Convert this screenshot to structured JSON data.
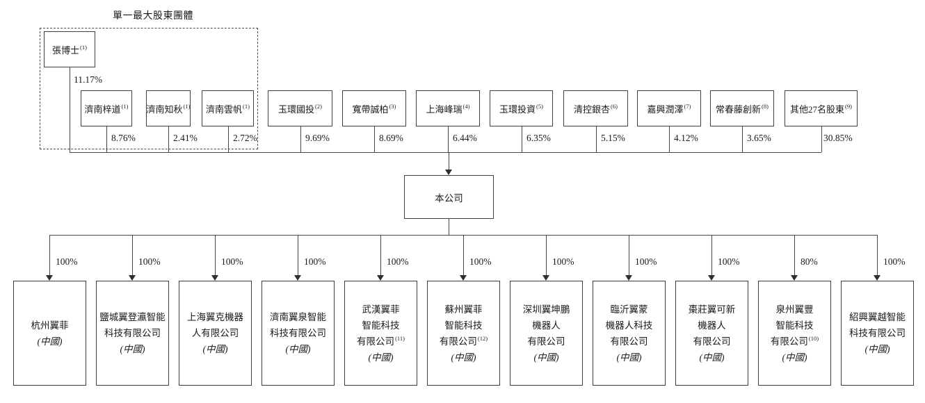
{
  "diagram": {
    "group_label": "單一最大股東團體",
    "founder": {
      "name": "張博士",
      "sup": "(1)",
      "pct": "11.17%"
    },
    "group_members": [
      {
        "name": "濟南梓道",
        "sup": "(1)",
        "pct": "8.76%"
      },
      {
        "name": "濟南知秋",
        "sup": "(1)",
        "pct": "2.41%"
      },
      {
        "name": "濟南雲帆",
        "sup": "(1)",
        "pct": "2.72%"
      }
    ],
    "other_shareholders": [
      {
        "name": "玉環國投",
        "sup": "(2)",
        "pct": "9.69%"
      },
      {
        "name": "寬帶誠柏",
        "sup": "(3)",
        "pct": "8.69%"
      },
      {
        "name": "上海峰瑞",
        "sup": "(4)",
        "pct": "6.44%"
      },
      {
        "name": "玉環投資",
        "sup": "(5)",
        "pct": "6.35%"
      },
      {
        "name": "清控銀杏",
        "sup": "(6)",
        "pct": "5.15%"
      },
      {
        "name": "嘉興潤澤",
        "sup": "(7)",
        "pct": "4.12%"
      },
      {
        "name": "常春藤創新",
        "sup": "(8)",
        "pct": "3.65%"
      },
      {
        "name": "其他27名股東",
        "sup": "(9)",
        "pct": "30.85%"
      }
    ],
    "company": {
      "name": "本公司"
    },
    "subsidiaries": [
      {
        "lines": [
          "杭州翼菲"
        ],
        "origin": "(中國)",
        "pct": "100%"
      },
      {
        "lines": [
          "鹽城翼登瀛智能",
          "科技有限公司"
        ],
        "origin": "(中國)",
        "pct": "100%"
      },
      {
        "lines": [
          "上海翼克機器",
          "人有限公司"
        ],
        "origin": "(中國)",
        "pct": "100%"
      },
      {
        "lines": [
          "濟南翼泉智能",
          "科技有限公司"
        ],
        "origin": "(中國)",
        "pct": "100%"
      },
      {
        "lines": [
          "武漢翼菲",
          "智能科技",
          "有限公司"
        ],
        "sup": "(11)",
        "origin": "(中國)",
        "pct": "100%"
      },
      {
        "lines": [
          "蘇州翼菲",
          "智能科技",
          "有限公司"
        ],
        "sup": "(12)",
        "origin": "(中國)",
        "pct": "100%"
      },
      {
        "lines": [
          "深圳翼坤鵬",
          "機器人",
          "有限公司"
        ],
        "origin": "(中國)",
        "pct": "100%"
      },
      {
        "lines": [
          "臨沂翼蒙",
          "機器人科技",
          "有限公司"
        ],
        "origin": "(中國)",
        "pct": "100%"
      },
      {
        "lines": [
          "棗莊翼可新",
          "機器人",
          "有限公司"
        ],
        "origin": "(中國)",
        "pct": "100%"
      },
      {
        "lines": [
          "泉州翼豐",
          "智能科技",
          "有限公司"
        ],
        "sup": "(10)",
        "origin": "(中國)",
        "pct": "80%"
      },
      {
        "lines": [
          "紹興翼越智能",
          "科技有限公司"
        ],
        "origin": "(中國)",
        "pct": "100%"
      }
    ],
    "line_color": "#474747"
  }
}
